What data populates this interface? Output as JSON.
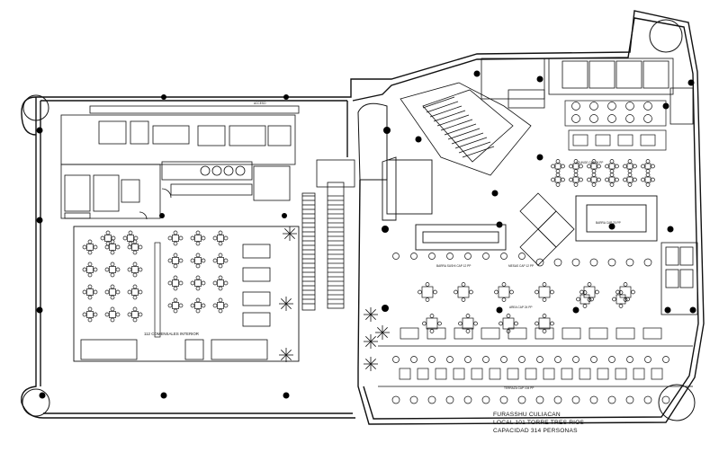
{
  "plan": {
    "title_lines": [
      "FURASSHU CULIACAN",
      "LOCAL 101 TORRE TRES RIOS",
      "CAPACIDAD 314 PERSONAS"
    ],
    "labels": {
      "interior": "112 COMENSALES INTERIOR",
      "acceso": "ACCESO",
      "terraza": "TERRAZA CAP 104 PP",
      "barra_cap": "BARRA CAP 20 PP",
      "barra_sushi": "BARRA SUSHI CAP 12 PP",
      "mesas_cap": "MESAS CAP 12 PP",
      "lounge": "LOUNGE CAP 36 PP",
      "area_cap": "AREA CAP 24 PP"
    }
  },
  "colors": {
    "line": "#111111",
    "fill": "#ffffff",
    "column": "#000000"
  }
}
